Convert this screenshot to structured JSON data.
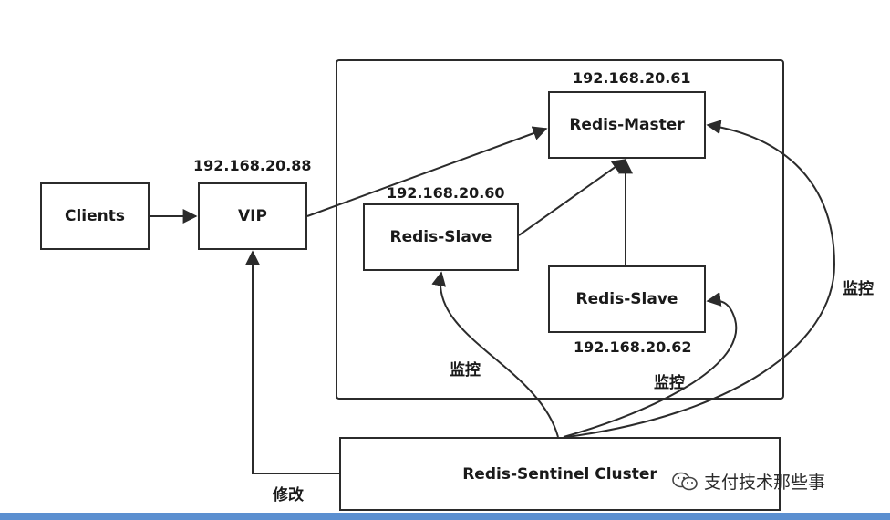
{
  "nodes": {
    "clients": "Clients",
    "vip": "VIP",
    "master": "Redis-Master",
    "slave_a": "Redis-Slave",
    "slave_b": "Redis-Slave",
    "sentinel": "Redis-Sentinel Cluster"
  },
  "ips": {
    "vip": "192.168.20.88",
    "master": "192.168.20.61",
    "slave_a": "192.168.20.60",
    "slave_b": "192.168.20.62"
  },
  "labels": {
    "monitor_a": "监控",
    "monitor_b": "监控",
    "monitor_c": "监控",
    "modify": "修改"
  },
  "watermark": "支付技术那些事",
  "colors": {
    "line": "#2b2b2b",
    "bottom_bar": "#5b8fd0"
  }
}
